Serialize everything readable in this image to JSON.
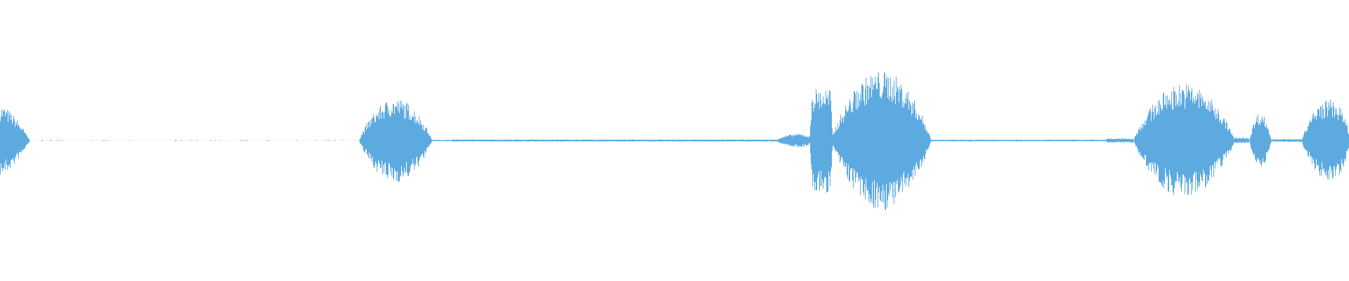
{
  "waveform": {
    "color": "#5DAAE1",
    "background": "#FFFFFF",
    "segments": [
      {
        "start": 0.0,
        "end": 0.022,
        "peak": 0.5,
        "shape": "decay"
      },
      {
        "start": 0.266,
        "end": 0.32,
        "peak": 0.6,
        "shape": "bell"
      },
      {
        "start": 0.575,
        "end": 0.603,
        "peak": 0.12,
        "shape": "rise"
      },
      {
        "start": 0.6,
        "end": 0.617,
        "peak": 0.75,
        "shape": "plateau"
      },
      {
        "start": 0.616,
        "end": 0.69,
        "peak": 1.0,
        "shape": "bell"
      },
      {
        "start": 0.84,
        "end": 0.915,
        "peak": 0.82,
        "shape": "bell"
      },
      {
        "start": 0.926,
        "end": 0.942,
        "peak": 0.4,
        "shape": "bell"
      },
      {
        "start": 0.965,
        "end": 1.0,
        "peak": 0.72,
        "shape": "rise"
      }
    ],
    "noise_floor": [
      {
        "start": 0.022,
        "end": 0.266,
        "level": 0.008,
        "sparse": true
      },
      {
        "start": 0.32,
        "end": 0.335,
        "level": 0.01,
        "sparse": false
      },
      {
        "start": 0.335,
        "end": 0.575,
        "level": 0.015,
        "sparse": false
      },
      {
        "start": 0.69,
        "end": 0.82,
        "level": 0.012,
        "sparse": false
      },
      {
        "start": 0.82,
        "end": 0.84,
        "level": 0.03,
        "sparse": false
      },
      {
        "start": 0.915,
        "end": 0.926,
        "level": 0.04,
        "sparse": false
      },
      {
        "start": 0.942,
        "end": 0.965,
        "level": 0.02,
        "sparse": false
      }
    ]
  }
}
